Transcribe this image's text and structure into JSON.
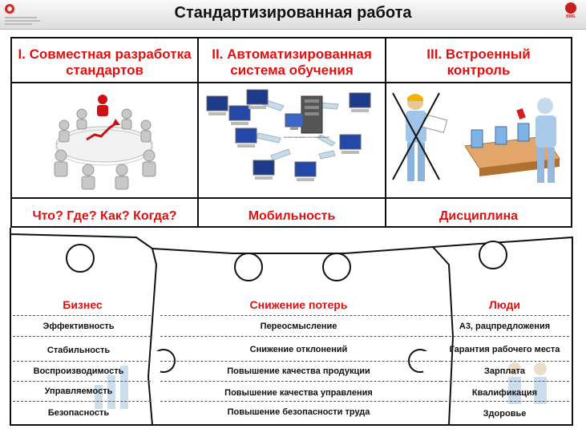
{
  "header": {
    "title": "Стандартизированная работа"
  },
  "columns": [
    {
      "title": "I. Совместная разработка стандартов",
      "subtitle": "Что? Где? Как? Когда?",
      "image_icon": "conference-table-icon"
    },
    {
      "title": "II. Автоматизированная система обучения",
      "subtitle": "Мобильность",
      "image_icon": "training-network-icon",
      "server_label": "Автоматизированная Система Обучения"
    },
    {
      "title": "III. Встроенный контроль",
      "subtitle": "Дисциплина",
      "image_icon": "built-in-control-icon"
    }
  ],
  "sections": {
    "business": {
      "title": "Бизнес",
      "items": [
        "Эффективность",
        "Стабильность",
        "Воспроизводимость",
        "Управляемость",
        "Безопасность"
      ]
    },
    "loss_reduction": {
      "title": "Снижение потерь",
      "items": [
        "Переосмысление",
        "Снижение отклонений",
        "Повышение качества продукции",
        "Повышение качества управления",
        "Повышение безопасности труда"
      ]
    },
    "people": {
      "title": "Люди",
      "items": [
        "А3, рацпредложения",
        "Гарантия рабочего места",
        "Зарплата",
        "Квалификация",
        "Здоровье"
      ]
    }
  },
  "colors": {
    "accent": "#e11010",
    "outline": "#111111",
    "background": "#ffffff"
  }
}
